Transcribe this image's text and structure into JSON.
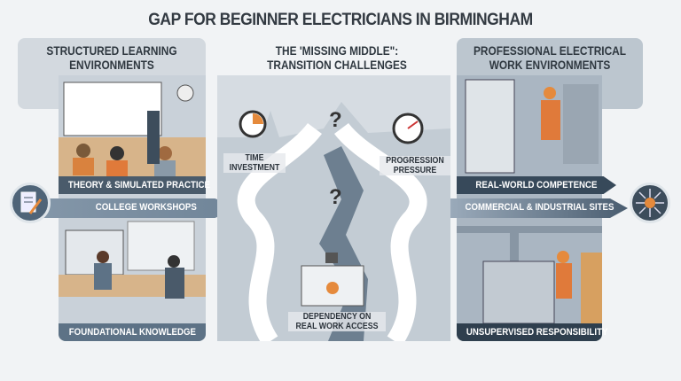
{
  "title": "GAP FOR BEGINNER ELECTRICIANS IN BIRMINGHAM",
  "left": {
    "heading": "STRUCTURED LEARNING ENVIRONMENTS",
    "band1": "THEORY & SIMULATED PRACTICE",
    "band2": "COLLEGE WORKSHOPS",
    "footer": "FOUNDATIONAL KNOWLEDGE",
    "icon": "document-pencil-icon"
  },
  "middle": {
    "heading": "THE 'MISSING MIDDLE\": TRANSITION CHALLENGES",
    "labels": [
      "TIME INVESTMENT",
      "PROGRESSION PRESSURE",
      "DEPENDENCY ON REAL WORK ACCESS"
    ],
    "icons": [
      "stopwatch-icon",
      "gauge-icon",
      "question-mark-icon",
      "lock-icon",
      "handshake-icon"
    ]
  },
  "right": {
    "heading": "PROFESSIONAL ELECTRICAL WORK ENVIRONMENTS",
    "band1": "REAL-WORLD COMPETENCE",
    "band2": "COMMERCIAL & INDUSTRIAL SITES",
    "footer": "UNSUPERVISED RESPONSIBILITY",
    "icon": "circuit-node-icon"
  },
  "colors": {
    "accent": "#e58a3c",
    "dark": "#3d4d5c",
    "slate": "#5d7286"
  }
}
